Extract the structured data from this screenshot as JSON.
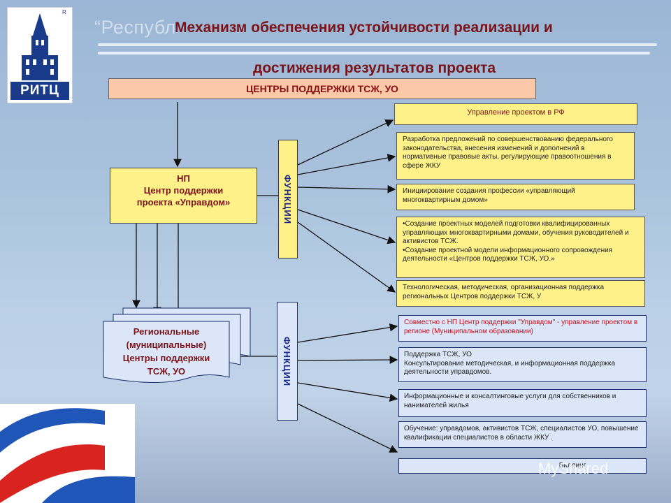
{
  "background_title": "“Республ",
  "logo": {
    "text": "РИТЦ",
    "mark": "R"
  },
  "title": {
    "line1": "Механизм обеспечения устойчивости реализации и",
    "line2": "достижения результатов проекта"
  },
  "top_bar": "ЦЕНТРЫ ПОДДЕРЖКИ ТСЖ, УО",
  "np_box": {
    "line1": "НП",
    "line2": "Центр поддержки",
    "line3": "проекта «Управдом»"
  },
  "functions_label_1": "ФУНКЦИИ",
  "functions_label_2": "ФУНКЦИИ",
  "regional_box": {
    "line1": "Региональные",
    "line2": "(муниципальные)",
    "line3": "Центры поддержки",
    "line4": "ТСЖ, УО"
  },
  "functions_upper": [
    {
      "text": "Управление проектом в РФ"
    },
    {
      "text": "Разработка предложений по совершенствованию федерального законодательства, внесения изменений и дополнений в нормативные правовые акты, регулирующие правоотношения в сфере ЖКУ"
    },
    {
      "text": "Инициирование создания профессии «управляющий многоквартирным домом»"
    },
    {
      "bullet1": "•Создание проектных моделей подготовки квалифицированных управляющих многоквартирными домами, обучения руководителей и активистов ТСЖ.",
      "bullet2": "•Создание проектной модели информационного сопровождения деятельности «Центров поддержки ТСЖ, УО.»"
    },
    {
      "text": "Технологическая, методическая, организационная поддержка региональных Центров поддержки ТСЖ, У"
    }
  ],
  "functions_lower": [
    {
      "text": "Совместно с НП Центр поддержки \"Управдом\" - управление проектом в регионе (Муниципальном образовании)"
    },
    {
      "line1": "Поддержка ТСЖ, УО",
      "line2": "Консультирование методическая, и информационная поддержка деятельности управдомов."
    },
    {
      "text": "Информационные и консалтинговые услуги для собственников и нанимателей жилья"
    },
    {
      "text": "Обучение: управдомов, активистов ТСЖ, специалистов УО, повышение квалификации специалистов в области ЖКУ ."
    },
    {
      "text": "Биллинг"
    }
  ],
  "watermark": "MyShared"
}
